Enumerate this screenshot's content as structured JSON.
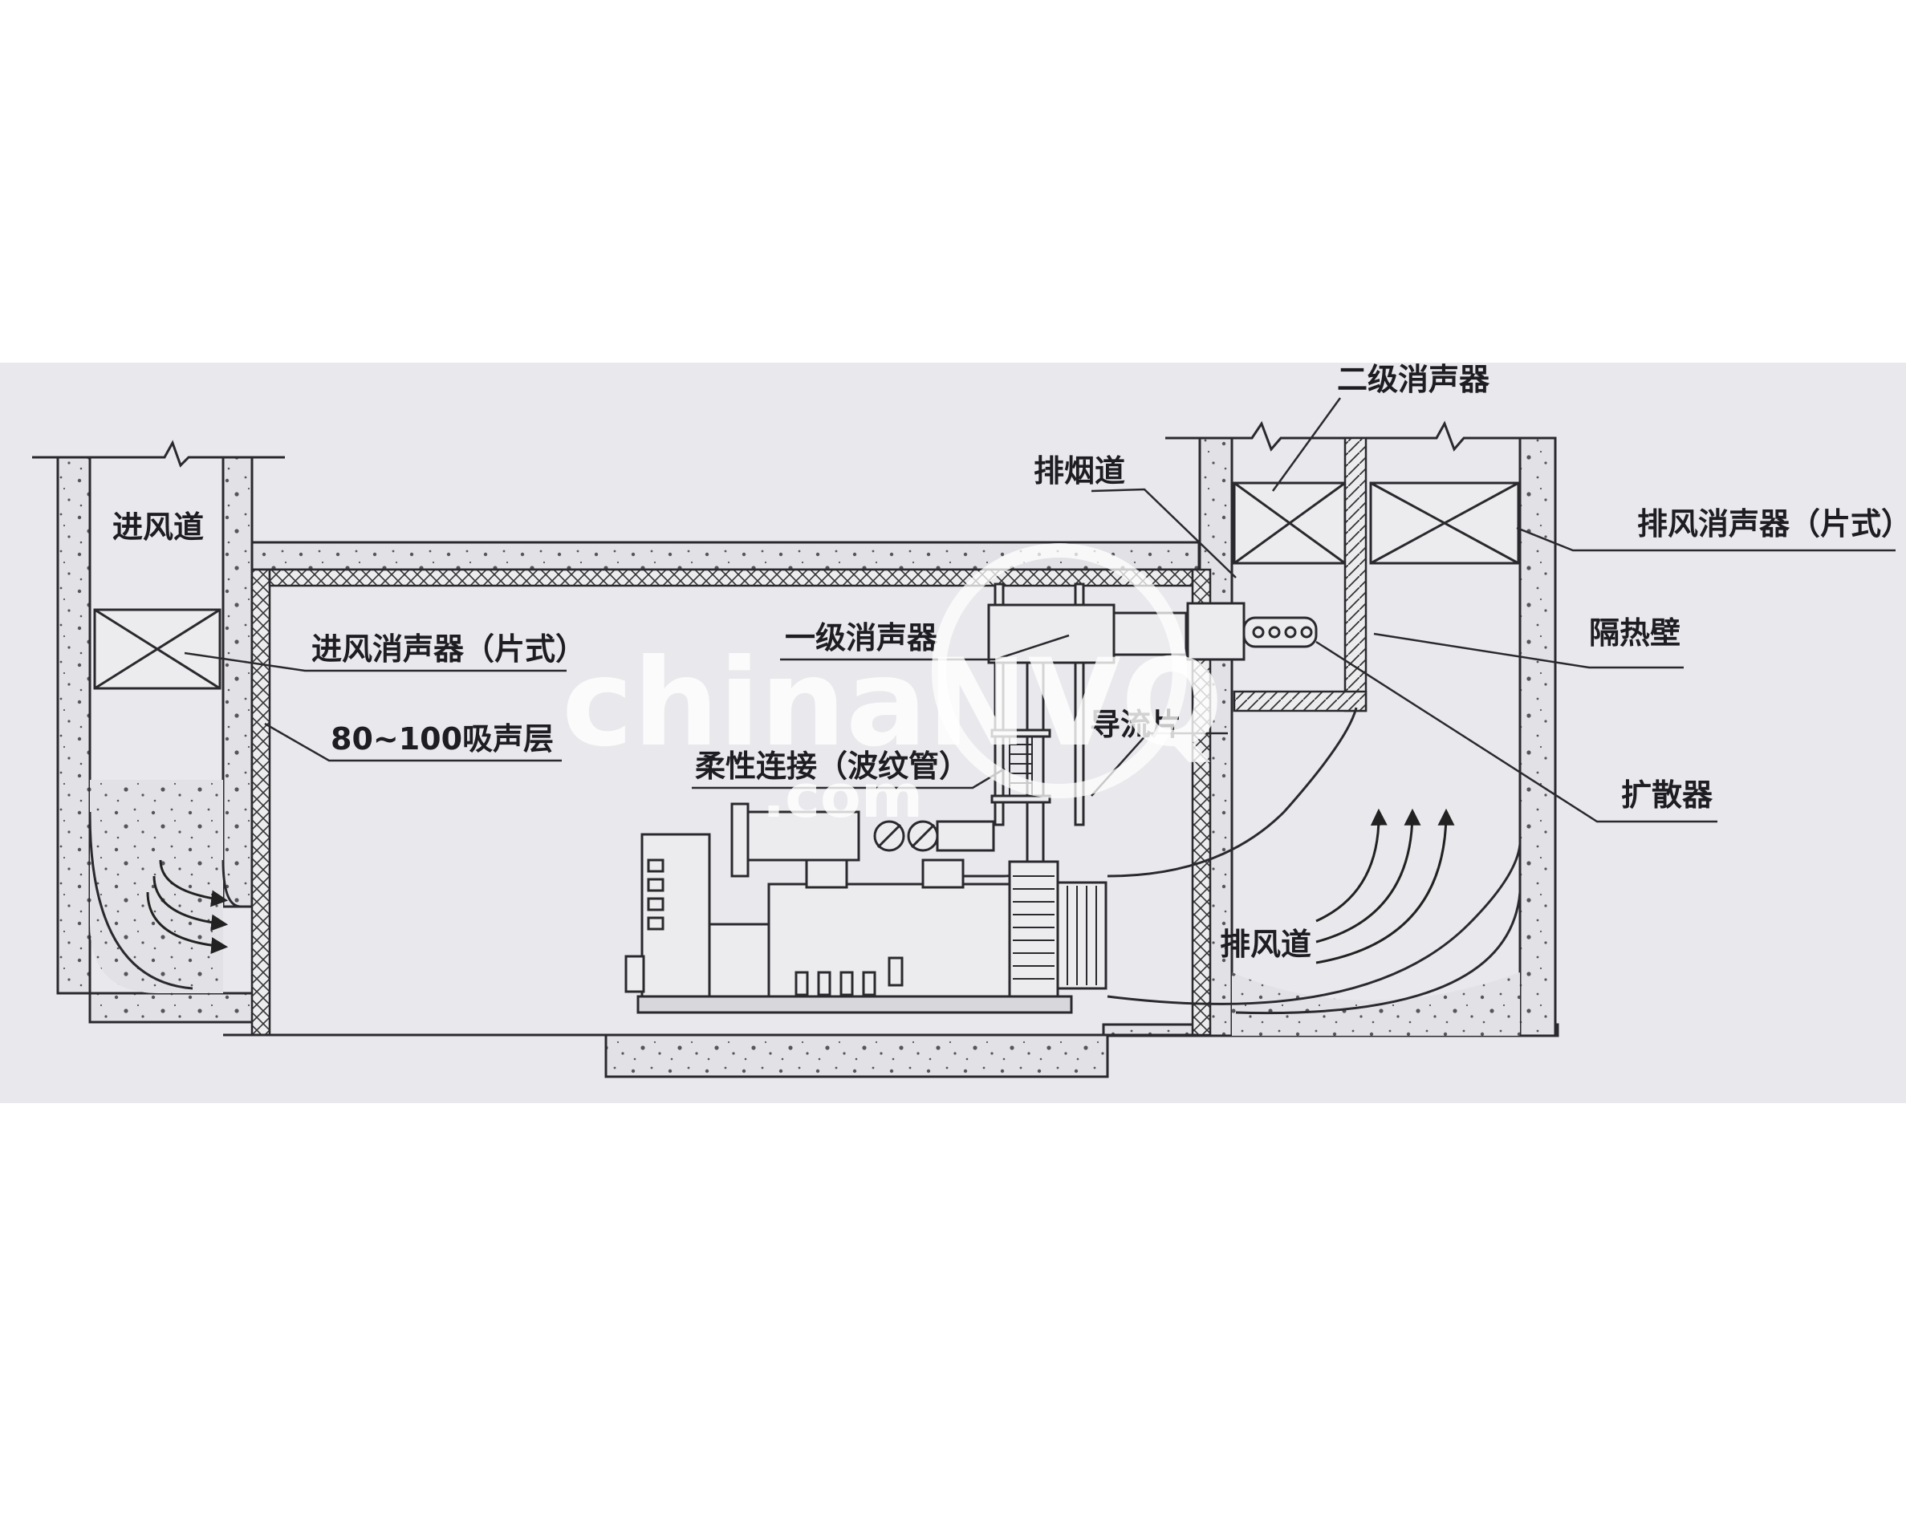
{
  "labels": {
    "intake_duct": "进风道",
    "intake_silencer": "进风消声器（片式）",
    "absorption_layer": "80~100吸声层",
    "primary_silencer": "一级消声器",
    "flexible_connection": "柔性连接（波纹管）",
    "deflector": "导流片",
    "flue": "排烟道",
    "secondary_silencer": "二级消声器",
    "exhaust_silencer": "排风消声器（片式）",
    "heat_shield": "隔热壁",
    "diffuser": "扩散器",
    "exhaust_duct": "排风道"
  },
  "watermark": {
    "line1": "chinaNVQ",
    "line2": ".com"
  }
}
